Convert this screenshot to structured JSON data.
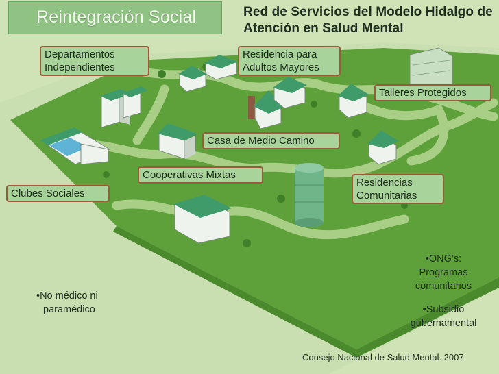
{
  "header": {
    "title": "Reintegración Social",
    "subtitle_line1": "Red de Servicios del Modelo Hidalgo de",
    "subtitle_line2": "Atención en Salud Mental"
  },
  "labels": {
    "departamentos_1": "Departamentos",
    "departamentos_2": "Independientes",
    "residencia_adultos_1": "Residencia para",
    "residencia_adultos_2": "Adultos Mayores",
    "talleres": "Talleres Protegidos",
    "casa_medio_camino": "Casa de Medio Camino",
    "cooperativas": "Cooperativas Mixtas",
    "clubes": "Clubes Sociales",
    "residencias_com_1": "Residencias",
    "residencias_com_2": "Comunitarias"
  },
  "notes": {
    "left_1": "•No médico ni",
    "left_2": "paramédico",
    "ong_1": "•ONG’s:",
    "ong_2": "Programas",
    "ong_3": "comunitarios",
    "subsidio_1": "•Subsidio",
    "subsidio_2": "gubernamental"
  },
  "credit": "Consejo Nacional de Salud Mental. 2007",
  "colors": {
    "background": "#cfe3b7",
    "ground": "#5ea13a",
    "path": "#a9cf86",
    "label_fill": "#a8d39a",
    "label_border": "#9b5b3b",
    "title_box": "#8fc283",
    "roof": "#3f9c6a",
    "wall": "#eef3ee"
  }
}
